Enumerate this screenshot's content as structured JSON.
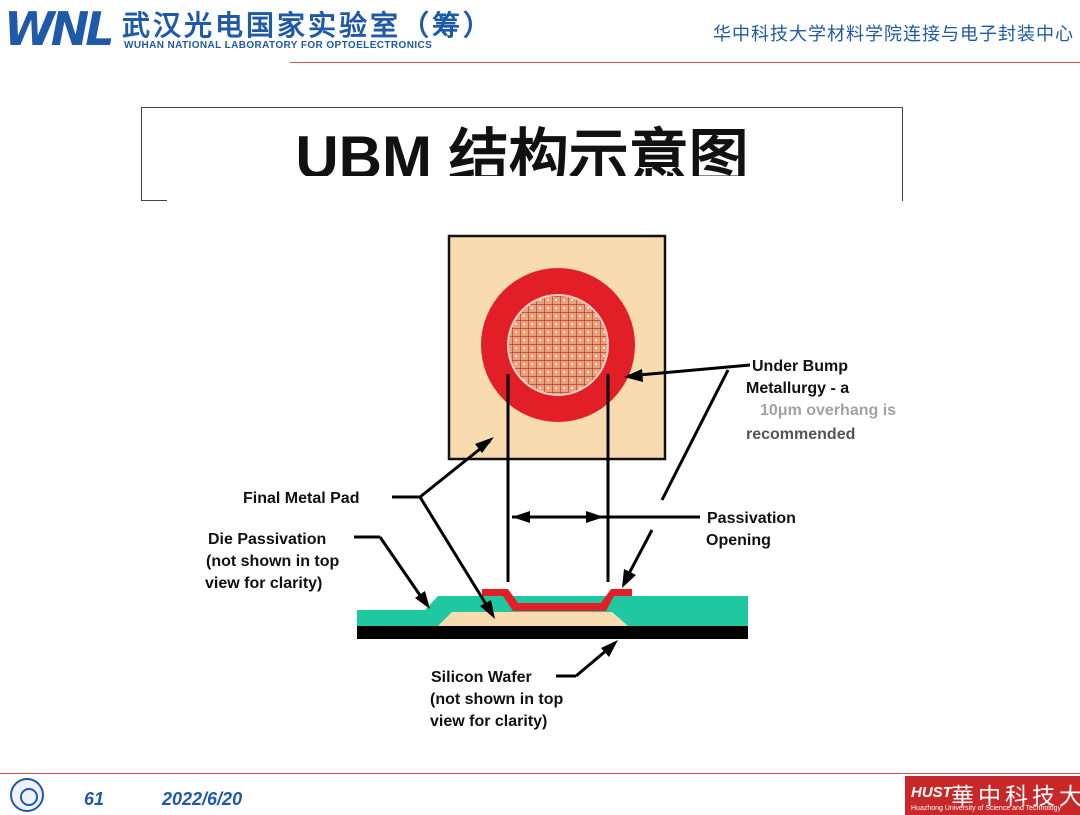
{
  "header": {
    "logo_mark": "WNL",
    "lab_name_cn": "武汉光电国家实验室（筹）",
    "lab_name_en": "WUHAN NATIONAL LABORATORY FOR OPTOELECTRONICS",
    "center_name": "华中科技大学材料学院连接与电子封装中心"
  },
  "slide": {
    "title": "UBM 结构示意图"
  },
  "diagram": {
    "labels": {
      "ubm_line1": "Under Bump",
      "ubm_line2": "Metallurgy - a",
      "ubm_line3": "10μm overhang is",
      "ubm_line4": "recommended",
      "final_metal_pad": "Final Metal Pad",
      "passivation_line1": "Passivation",
      "passivation_line2": "Opening",
      "die_line1": "Die Passivation",
      "die_line2": "(not shown in top",
      "die_line3": "view for clarity)",
      "wafer_line1": "Silicon Wafer",
      "wafer_line2": "(not shown in top",
      "wafer_line3": "view for clarity)"
    },
    "colors": {
      "pad": "#f8dcb0",
      "ubm": "#e21f26",
      "opening": "#e8a27a",
      "passivation": "#1fc8a0",
      "wafer": "#000000"
    }
  },
  "footer": {
    "page_number": "61",
    "date": "2022/6/20",
    "university_mark": "HUST",
    "university_cn": "華中科技大学",
    "university_en": "Huazhong University of Science and Technology"
  }
}
